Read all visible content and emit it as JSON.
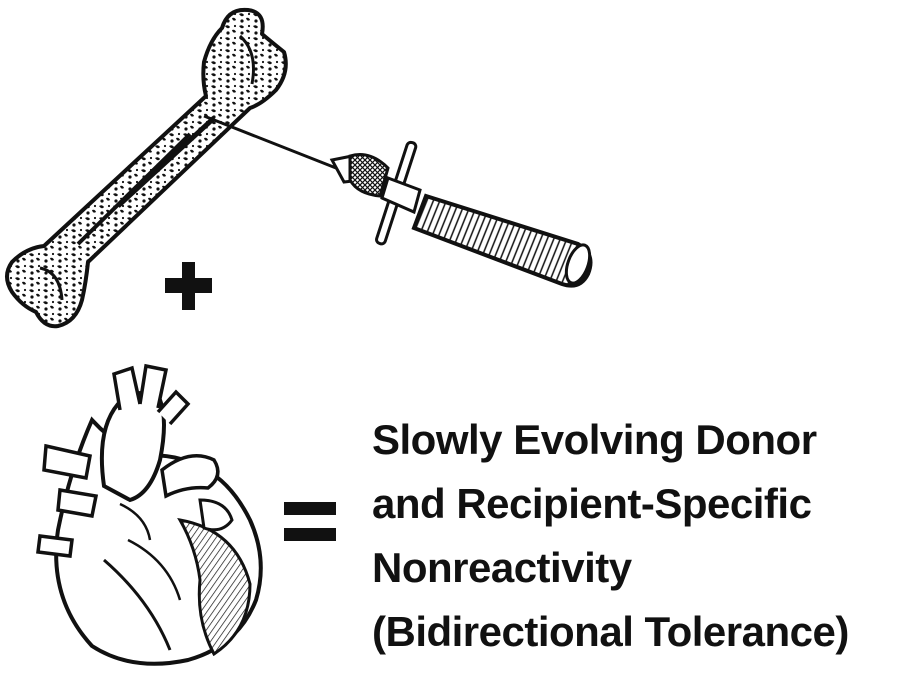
{
  "illustrations": {
    "bone": "bone-marrow-aspiration",
    "heart": "heart-transplant"
  },
  "symbols": {
    "plus": "plus-icon",
    "equals": "equals-icon"
  },
  "caption": {
    "line1": "Slowly Evolving Donor",
    "line2": "and Recipient-Specific",
    "line3": "Nonreactivity",
    "line4": "(Bidirectional Tolerance)"
  },
  "colors": {
    "ink": "#111111",
    "background": "#ffffff"
  }
}
